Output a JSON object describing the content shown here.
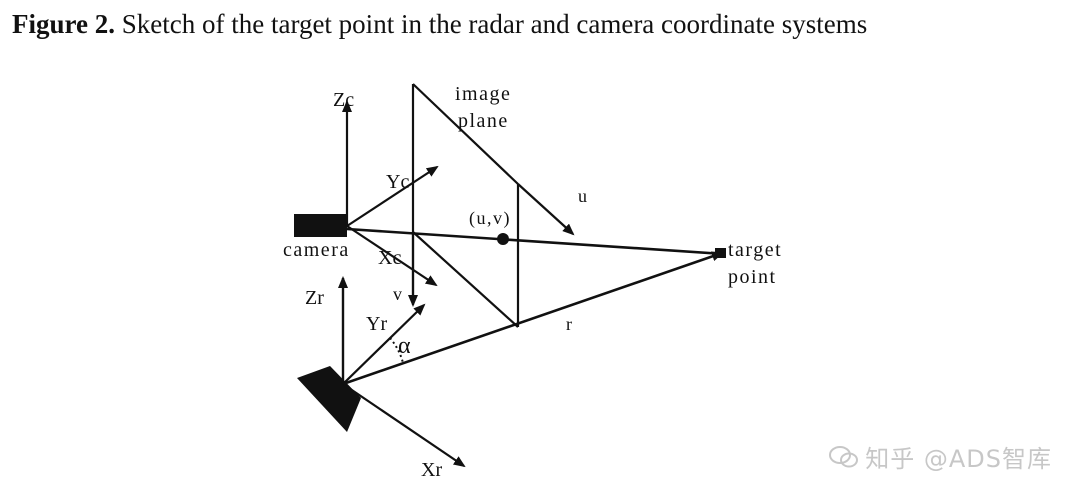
{
  "caption": {
    "label": "Figure 2.",
    "text": "Sketch of the target point in the radar and camera coordinate systems"
  },
  "diagram": {
    "image_plane_line1": "image",
    "image_plane_line2": "plane",
    "zc": "Zc",
    "yc": "Yc",
    "xc": "Xc",
    "u": "u",
    "v": "v",
    "uv": "(u,v)",
    "camera": "camera",
    "target_line1": "target",
    "target_line2": "point",
    "zr": "Zr",
    "yr": "Yr",
    "alpha": "α",
    "r": "r",
    "xr": "Xr"
  },
  "watermark": {
    "text": "知乎 @ADS智库",
    "icon": "wechat-icon"
  }
}
